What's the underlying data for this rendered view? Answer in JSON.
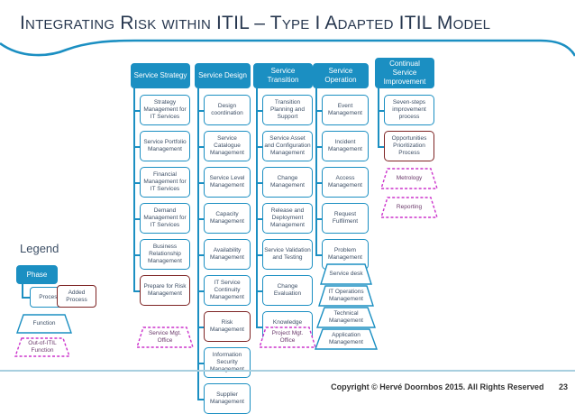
{
  "slide": {
    "title": "Integrating Risk within ITIL – Type I Adapted ITIL Model",
    "footer_text": "Copyright © Hervé Doornbos 2015. All Rights Reserved",
    "page_number": "23"
  },
  "colors": {
    "phase_blue": "#1b8fc2",
    "process_border": "#1b8fc2",
    "added_process_border": "#7e2424",
    "out_of_itil": "#cc33cc",
    "title_text": "#27374f",
    "rule": "#a8cfdf"
  },
  "legend": {
    "title": "Legend",
    "items": [
      {
        "label": "Phase",
        "kind": "phase"
      },
      {
        "label": "Process",
        "kind": "process"
      },
      {
        "label": "Added Process",
        "kind": "added-process"
      },
      {
        "label": "Function",
        "kind": "function"
      },
      {
        "label": "Out-of-ITIL Function",
        "kind": "out-of-itil-function"
      }
    ]
  },
  "columns": [
    {
      "header": "Service Strategy",
      "processes": [
        {
          "label": "Strategy Management for IT Services",
          "kind": "process"
        },
        {
          "label": "Service Portfolio Management",
          "kind": "process"
        },
        {
          "label": "Financial Management for IT Services",
          "kind": "process"
        },
        {
          "label": "Demand Management for IT Services",
          "kind": "process"
        },
        {
          "label": "Business Relationship Management",
          "kind": "process"
        },
        {
          "label": "Prepare for Risk Management",
          "kind": "added-process"
        }
      ],
      "functions": [
        {
          "label": "Service Mgt. Office",
          "kind": "out-of-itil-function"
        }
      ]
    },
    {
      "header": "Service Design",
      "processes": [
        {
          "label": "Design coordination",
          "kind": "process"
        },
        {
          "label": "Service Catalogue Management",
          "kind": "process"
        },
        {
          "label": "Service Level Management",
          "kind": "process"
        },
        {
          "label": "Capacity Management",
          "kind": "process"
        },
        {
          "label": "Availability Management",
          "kind": "process"
        },
        {
          "label": "IT Service Continuity Management",
          "kind": "process"
        },
        {
          "label": "Risk Management",
          "kind": "added-process"
        },
        {
          "label": "Information Security Management",
          "kind": "process"
        },
        {
          "label": "Supplier Management",
          "kind": "process"
        }
      ],
      "functions": []
    },
    {
      "header": "Service Transition",
      "processes": [
        {
          "label": "Transition Planning and Support",
          "kind": "process"
        },
        {
          "label": "Service Asset and Configuration Management",
          "kind": "process"
        },
        {
          "label": "Change Management",
          "kind": "process"
        },
        {
          "label": "Release and Deployment Management",
          "kind": "process"
        },
        {
          "label": "Service Validation and Testing",
          "kind": "process"
        },
        {
          "label": "Change Evaluation",
          "kind": "process"
        },
        {
          "label": "Knowledge Management",
          "kind": "process"
        }
      ],
      "functions": [
        {
          "label": "Project Mgt. Office",
          "kind": "out-of-itil-function"
        }
      ]
    },
    {
      "header": "Service Operation",
      "processes": [
        {
          "label": "Event Management",
          "kind": "process"
        },
        {
          "label": "Incident Management",
          "kind": "process"
        },
        {
          "label": "Access Management",
          "kind": "process"
        },
        {
          "label": "Request Fulfilment",
          "kind": "process"
        },
        {
          "label": "Problem Management",
          "kind": "process"
        }
      ],
      "functions": [
        {
          "label": "Service desk",
          "kind": "function"
        },
        {
          "label": "IT Operations Management",
          "kind": "function"
        },
        {
          "label": "Technical Management",
          "kind": "function"
        },
        {
          "label": "Application Management",
          "kind": "function"
        }
      ]
    },
    {
      "header": "Continual Service Improvement",
      "processes": [
        {
          "label": "Seven-steps improvement process",
          "kind": "process"
        },
        {
          "label": "Opportunities Prioritization Process",
          "kind": "added-process"
        }
      ],
      "functions": [
        {
          "label": "Metrology",
          "kind": "out-of-itil-function"
        },
        {
          "label": "Reporting",
          "kind": "out-of-itil-function"
        }
      ]
    }
  ]
}
